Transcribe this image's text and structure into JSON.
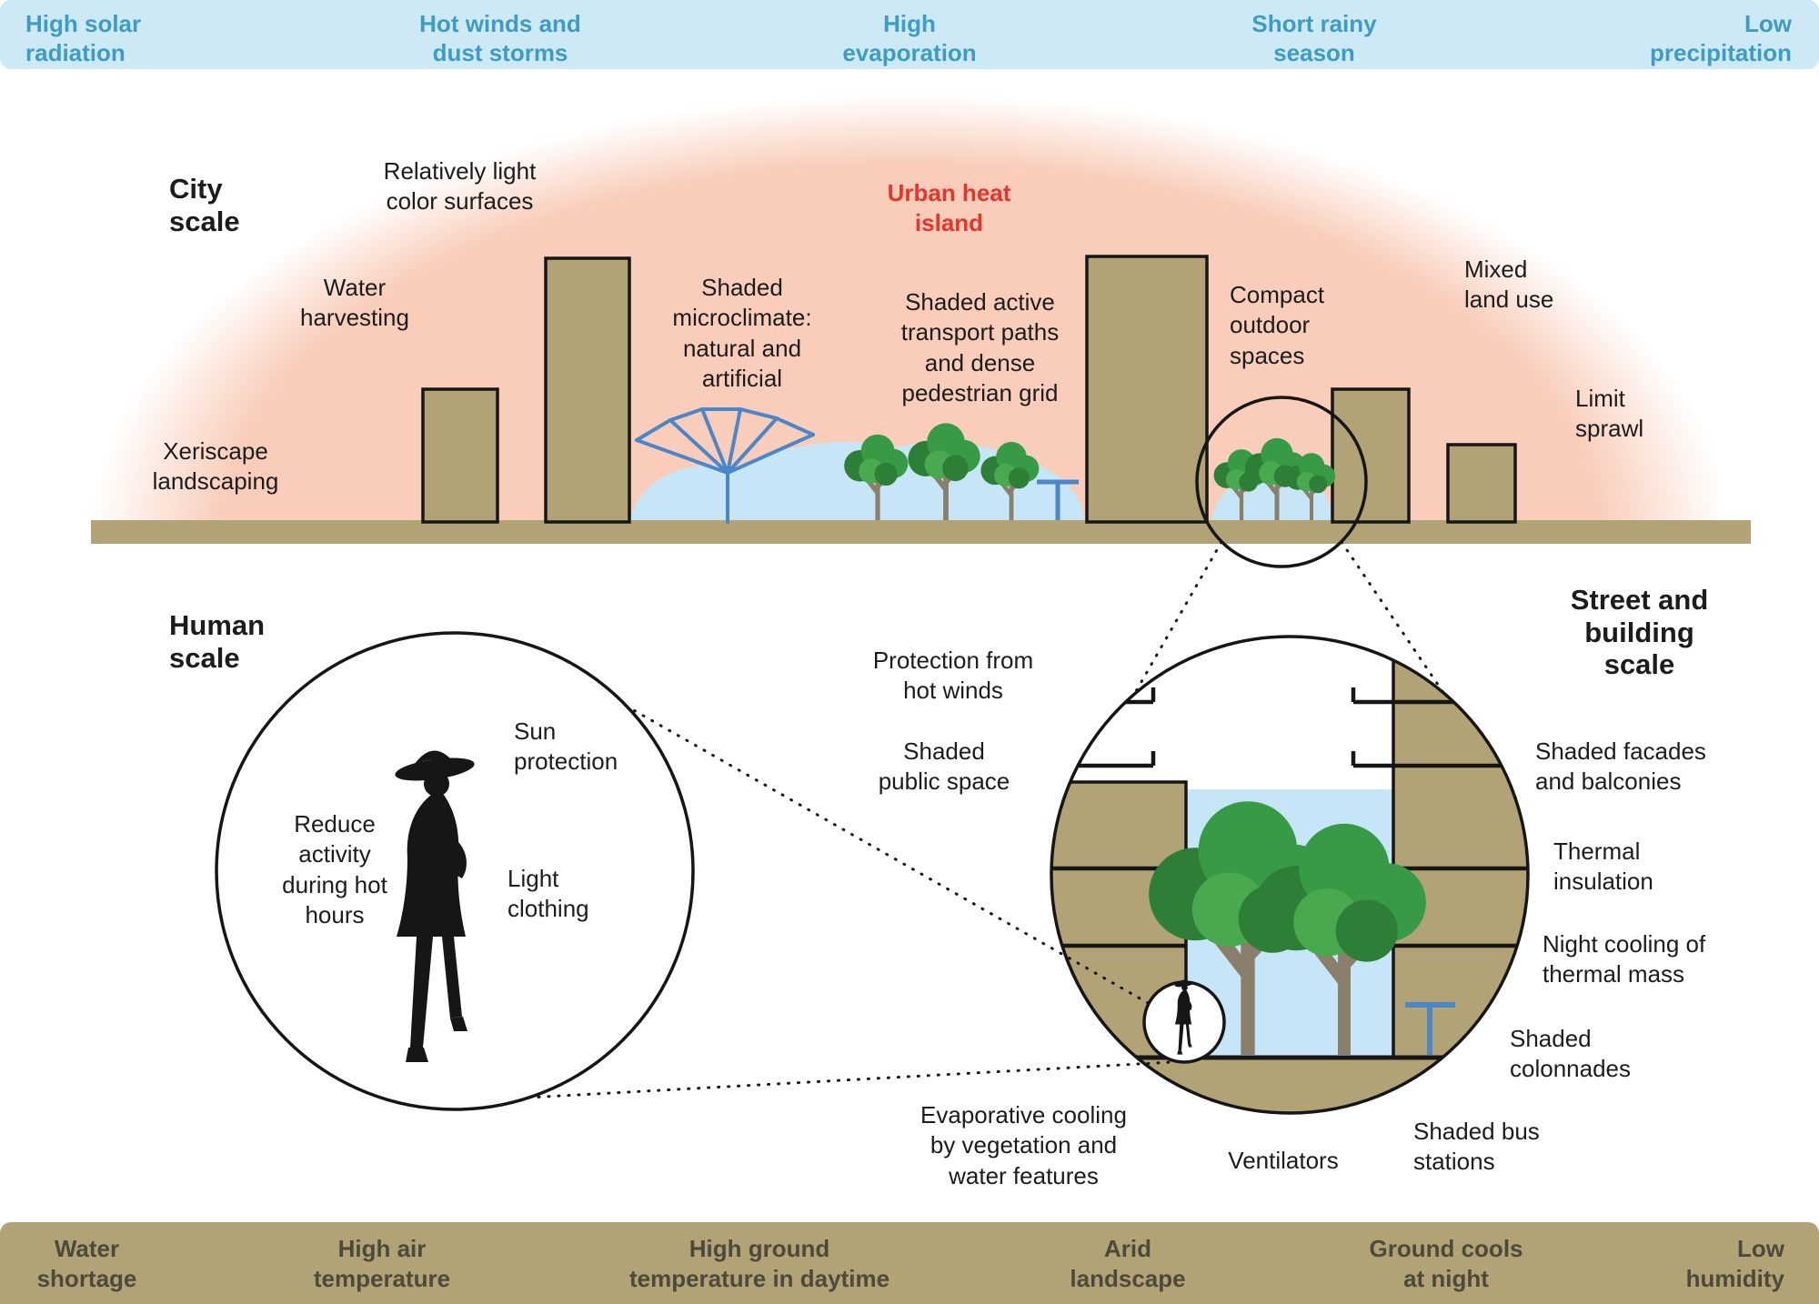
{
  "top_banner": {
    "items": [
      "High solar radiation",
      "Hot winds and dust storms",
      "High evaporation",
      "Short rainy season",
      "Low precipitation"
    ]
  },
  "bottom_banner": {
    "items": [
      "Water shortage",
      "High air temperature",
      "High ground temperature in daytime",
      "Arid landscape",
      "Ground cools at night",
      "Low humidity"
    ]
  },
  "city_scale": {
    "title": "City scale",
    "urban_heat_island": "Urban heat island",
    "labels": {
      "light_surfaces": "Relatively light color surfaces",
      "water_harvesting": "Water harvesting",
      "shaded_microclimate": "Shaded microclimate: natural and artificial",
      "shaded_transport": "Shaded active transport paths and dense pedestrian grid",
      "compact_outdoor": "Compact outdoor spaces",
      "mixed_land_use": "Mixed land use",
      "limit_sprawl": "Limit sprawl",
      "xeriscape": "Xeriscape landscaping"
    }
  },
  "human_scale": {
    "title": "Human scale",
    "labels": {
      "sun_protection": "Sun protection",
      "reduce_activity": "Reduce activity during hot hours",
      "light_clothing": "Light clothing"
    }
  },
  "street_scale": {
    "title": "Street and building scale",
    "labels": {
      "protection_hot_winds": "Protection from hot winds",
      "shaded_public_space": "Shaded public space",
      "shaded_facades": "Shaded facades and balconies",
      "thermal_insulation": "Thermal insulation",
      "night_cooling": "Night cooling of thermal mass",
      "shaded_colonnades": "Shaded colonnades",
      "shaded_bus_stations": "Shaded bus stations",
      "ventilators": "Ventilators",
      "evaporative_cooling": "Evaporative cooling by vegetation and water features"
    }
  },
  "colors": {
    "top_banner_bg": "#cde9f6",
    "top_banner_text": "#3d9cc5",
    "bottom_banner_bg": "#b2a376",
    "bottom_banner_text": "#4c4a3a",
    "heat_island_fill": "#f9cdba",
    "heat_island_text": "#e8342a",
    "sand": "#b2a376",
    "cool_air_blue": "#c6e6f7",
    "vegetation_green": "#379a44",
    "structure_blue": "#4a86c8"
  }
}
